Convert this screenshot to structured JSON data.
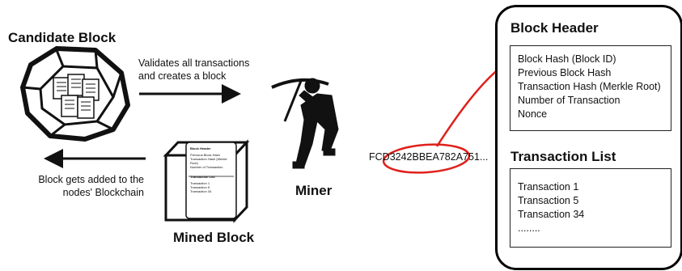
{
  "candidate_block": {
    "title": "Candidate Block"
  },
  "validate_text": [
    "Validates all transactions",
    "and creates a block"
  ],
  "miner": {
    "label": "Miner"
  },
  "hash_text": "FCD3242BBEA782A751...",
  "added_text": [
    "Block gets added to the",
    "nodes' Blockchain"
  ],
  "mined_block": {
    "label": "Mined Block",
    "mini_header_title": "Block Header",
    "mini_header_lines": [
      "Previous Block Hash",
      "Transaction Hash (Merkle Root)",
      "Number of Transaction"
    ],
    "mini_list_title": "Transaction List",
    "mini_list_lines": [
      "Transaction 1",
      "Transaction 5",
      "Transaction 34"
    ]
  },
  "block_header": {
    "title": "Block Header",
    "lines": [
      "Block Hash (Block ID)",
      "Previous Block Hash",
      "Transaction Hash (Merkle Root)",
      "Number of Transaction",
      "Nonce"
    ]
  },
  "transaction_list": {
    "title": "Transaction List",
    "lines": [
      "Transaction 1",
      "Transaction 5",
      "Transaction 34",
      "........"
    ]
  },
  "colors": {
    "highlight": "#e0201b",
    "ink": "#111111"
  }
}
